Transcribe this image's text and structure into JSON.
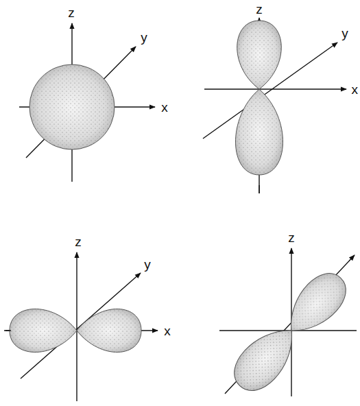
{
  "diagram": {
    "labels": [
      "z",
      "y",
      "x",
      "z",
      "y",
      "x",
      "z",
      "y",
      "x",
      "z"
    ]
  }
}
